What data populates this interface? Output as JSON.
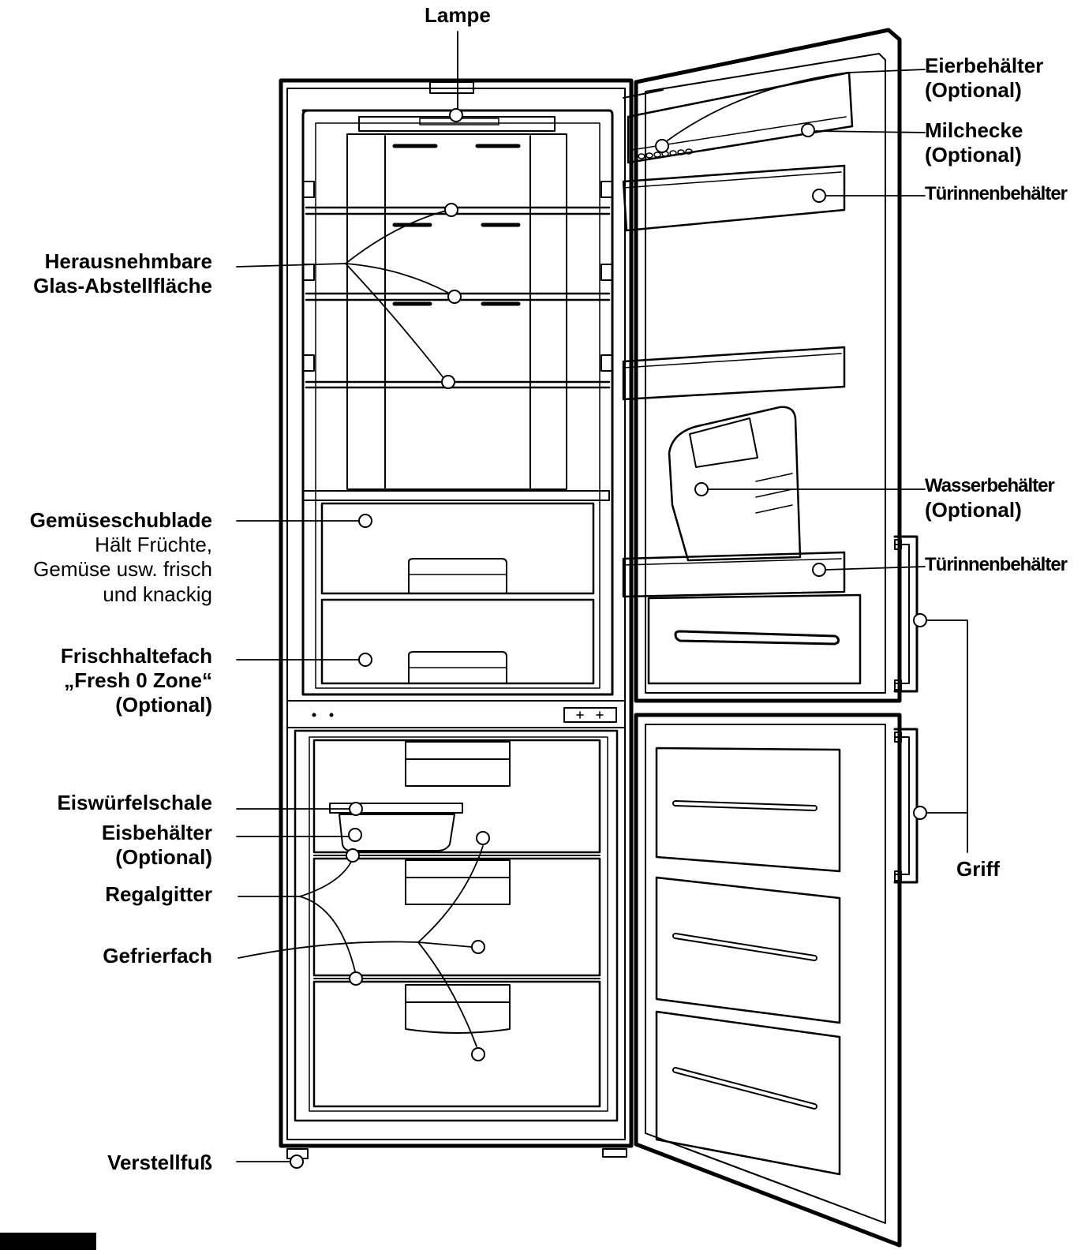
{
  "labels": {
    "lampe": "Lampe",
    "glas_1": "Herausnehmbare",
    "glas_2": "Glas-Abstellfläche",
    "gemuese_title": "Gemüseschublade",
    "gemuese_d1": "Hält Früchte,",
    "gemuese_d2": "Gemüse usw. frisch",
    "gemuese_d3": "und knackig",
    "frisch_1": "Frischhaltefach",
    "frisch_2": "„Fresh 0 Zone“",
    "frisch_3": "(Optional)",
    "eiswuerfel": "Eiswürfelschale",
    "eisbehaelter_1": "Eisbehälter",
    "eisbehaelter_2": "(Optional)",
    "regalgitter": "Regalgitter",
    "gefrierfach": "Gefrierfach",
    "verstellfuss": "Verstellfuß",
    "eier_1": "Eierbehälter",
    "eier_2": "(Optional)",
    "milch_1": "Milchecke",
    "milch_2": "(Optional)",
    "tuer_1": "Türinnenbehälter",
    "wasser_1": "Wasserbehälter",
    "wasser_2": "(Optional)",
    "tuer_2": "Türinnenbehälter",
    "griff": "Griff"
  },
  "colors": {
    "ink": "#000000",
    "paper": "#ffffff"
  }
}
